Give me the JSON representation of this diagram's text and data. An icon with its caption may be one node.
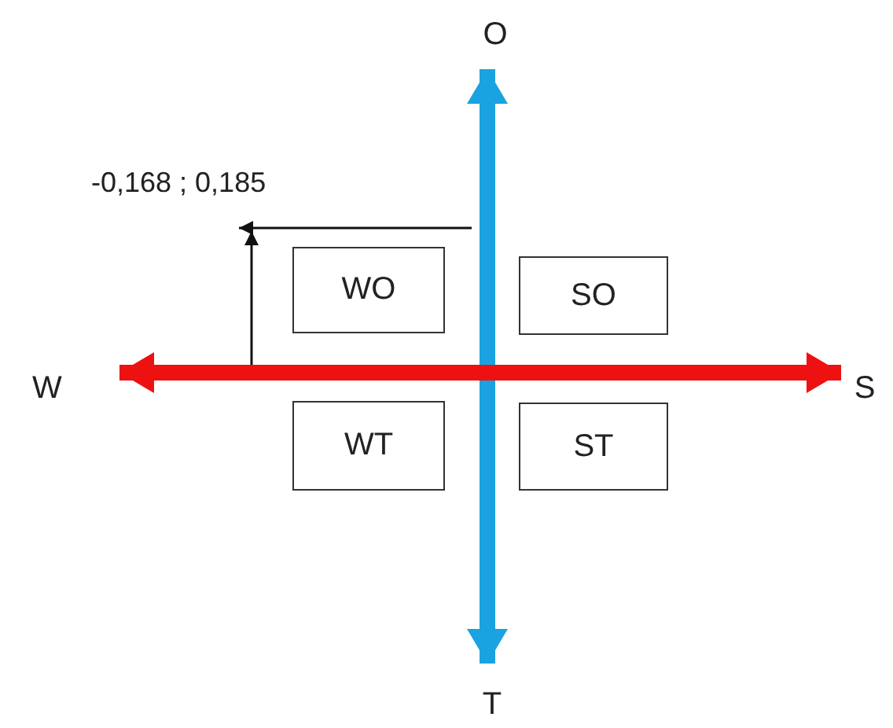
{
  "diagram": {
    "nodes": [
      {
        "text": [
          "O"
        ]
      },
      {
        "text": [
          "W"
        ]
      },
      {
        "text": [
          "S"
        ]
      },
      {
        "text": [
          "T"
        ]
      },
      {
        "text": [
          "WO"
        ]
      },
      {
        "text": [
          "SO"
        ]
      },
      {
        "text": [
          "WT"
        ]
      },
      {
        "text": [
          "ST"
        ]
      }
    ],
    "edges": [
      {
        "from": 0,
        "to": 3,
        "arrow": "both",
        "color": "#1aa3e0"
      },
      {
        "from": 1,
        "to": 2,
        "arrow": "both",
        "color": "#ee1111"
      }
    ],
    "labels": [
      "-0,168 ; 0,185"
    ]
  }
}
